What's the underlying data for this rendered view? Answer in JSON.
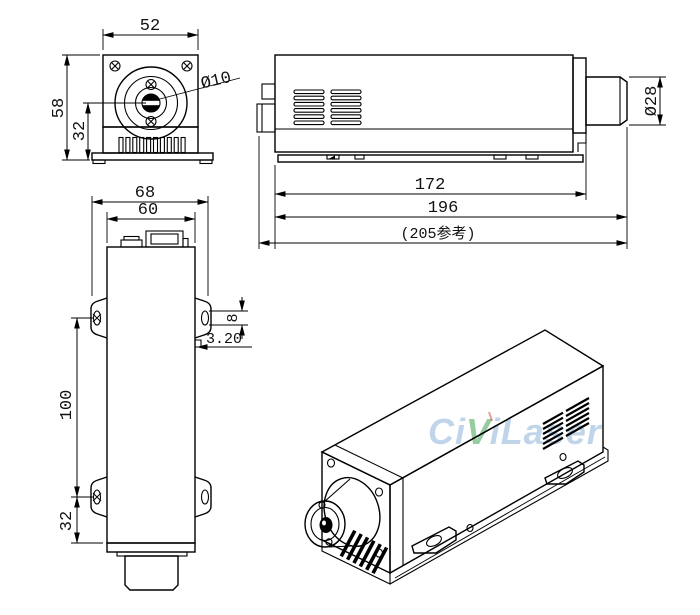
{
  "drawing": {
    "type": "engineering-dimension-drawing",
    "subject": "laser module housing",
    "line_color": "#000000",
    "background": "#ffffff",
    "front_view": {
      "dim_width": "52",
      "dim_height": "58",
      "dim_aperture_center": "32",
      "dim_aperture_dia": "Ø10"
    },
    "side_view": {
      "dim_body_length": "172",
      "dim_length_with_head": "196",
      "dim_overall_reference": "(205参考)",
      "dim_head_dia": "Ø28"
    },
    "bottom_view": {
      "dim_flange_width": "68",
      "dim_body_width": "60",
      "dim_slot_width": "8",
      "dim_tab_thickness": "3.20",
      "dim_hole_spacing": "100",
      "dim_hole_to_front": "32"
    },
    "watermark": {
      "part1": "Ci",
      "part2": "V",
      "part3": "iLaser",
      "color_main": "#8fb3d9",
      "color_accent": "#43a353"
    }
  }
}
